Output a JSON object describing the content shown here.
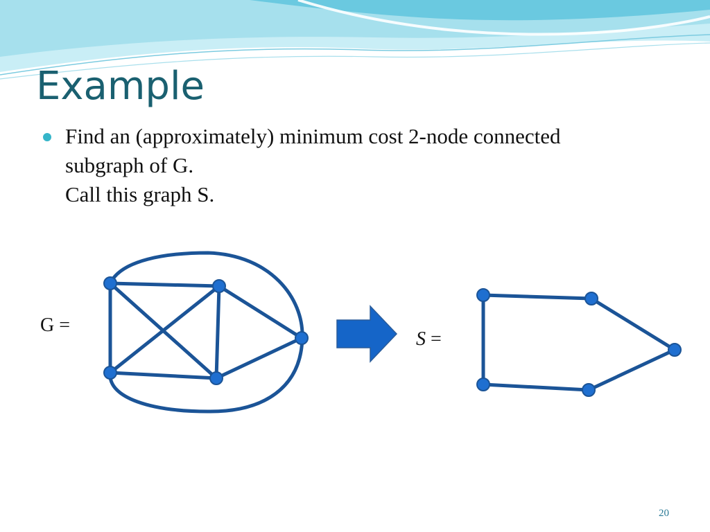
{
  "title": "Example",
  "bullet": {
    "lines": [
      "Find an (approximately) minimum cost 2-node connected",
      "subgraph of G.",
      "Call this graph S."
    ]
  },
  "diagram": {
    "graph_g_label": "G =",
    "graph_s_label_symbol": "S",
    "graph_s_label_equals": " =",
    "edge_color": "#1b5497",
    "node_color": "#1f6fd0",
    "arrow_color": "#1565c8"
  },
  "slide_number": "20",
  "colors": {
    "title": "#1a6070",
    "bullet": "#35b5c9",
    "header_wave_light": "#bfe9f3",
    "header_wave_dark": "#5bc3dc"
  }
}
